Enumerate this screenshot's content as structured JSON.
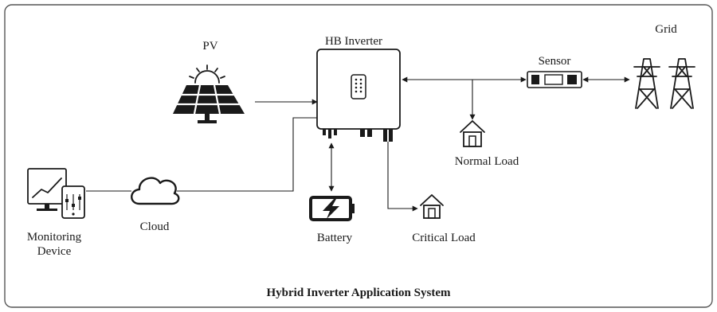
{
  "labels": {
    "pv": "PV",
    "inverter": "HB Inverter",
    "sensor": "Sensor",
    "grid": "Grid",
    "normal_load": "Normal Load",
    "critical_load": "Critical Load",
    "battery": "Battery",
    "cloud": "Cloud",
    "monitoring_line1": "Monitoring",
    "monitoring_line2": "Device"
  },
  "title": "Hybrid Inverter Application System",
  "icons": {
    "pv": "solar-panel-with-sun-icon",
    "inverter": "inverter-unit-icon",
    "sensor": "energy-meter-icon",
    "grid": "transmission-tower-icon",
    "load": "house-icon",
    "battery": "charging-battery-icon",
    "cloud": "cloud-icon",
    "monitoring": "monitor-and-phone-icon"
  },
  "colors": {
    "stroke": "#1a1a1a",
    "frame": "#555555",
    "background": "#ffffff"
  }
}
